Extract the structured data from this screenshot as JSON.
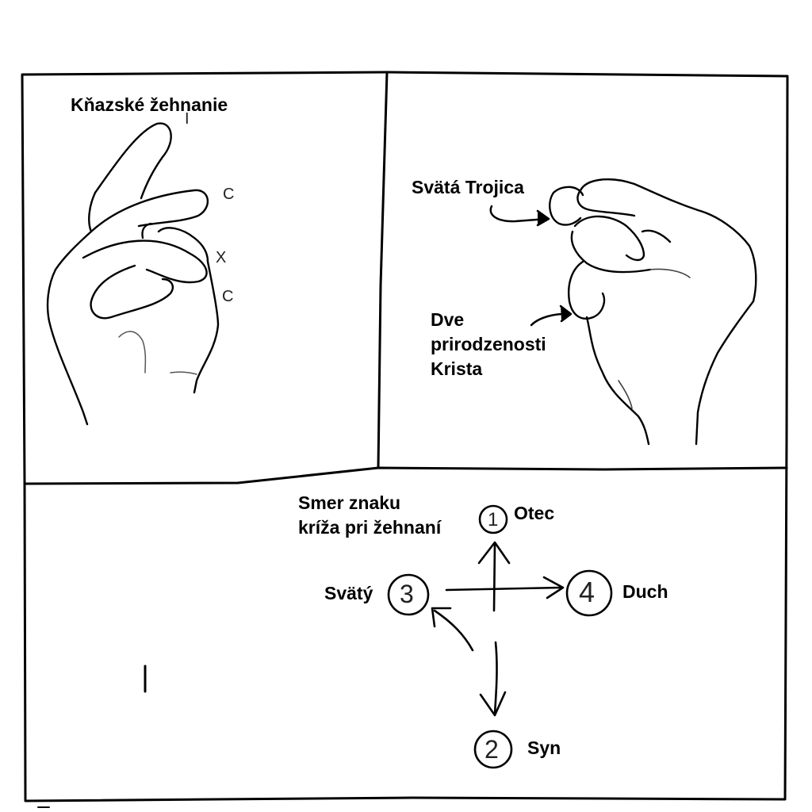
{
  "panels": {
    "priest_blessing": {
      "title": "Kňazské žehnanie",
      "finger_letters": [
        "I",
        "C",
        "X",
        "C"
      ]
    },
    "trinity_panel": {
      "trinity_label": "Svätá Trojica",
      "natures_label": [
        "Dve",
        "prirodzenosti",
        "Krista"
      ]
    },
    "cross_direction": {
      "title": [
        "Smer znaku",
        "kríža pri žehnaní"
      ],
      "steps": [
        {
          "number": "1",
          "label": "Otec"
        },
        {
          "number": "2",
          "label": "Syn"
        },
        {
          "number": "3",
          "label": "Svätý"
        },
        {
          "number": "4",
          "label": "Duch"
        }
      ]
    }
  }
}
